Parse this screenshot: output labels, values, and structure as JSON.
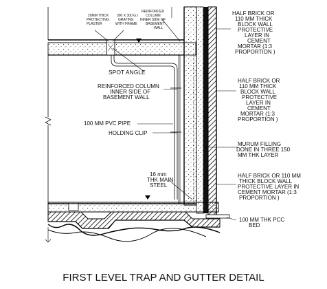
{
  "title": "FIRST LEVEL TRAP AND GUTTER DETAIL",
  "top_notes": {
    "plaster_note": [
      "20MM THICK",
      "PROTECTING",
      "PLASTER"
    ],
    "grating_note": [
      "300 X 300 G.I",
      "GRATING",
      "WITH FRAME"
    ],
    "column_note": [
      "REINFORCED",
      "COLUMN",
      "INNER SIDE OF",
      "BASEMENT",
      "WALL"
    ]
  },
  "left_notes": {
    "spot_angle": "SPOT ANGLE",
    "reinforced_column": [
      "REINFORCED COLUMN",
      "INNER SIDE OF",
      "BASEMENT WALL"
    ],
    "pvc_pipe": "100 MM PVC PIPE",
    "holding_clip": "HOLDING CLIP",
    "main_steel": [
      "16 mm",
      "THK MAIN",
      "STEEL"
    ]
  },
  "right_notes": {
    "note1": [
      "HALF BRICK OR",
      "110 MM THICK",
      "BLOCK WALL",
      "PROTECTIVE",
      "LAYER IN",
      "CEMENT",
      "MORTAR (1:3",
      "PROPORTION )"
    ],
    "note2": [
      "HALF BRICK OR",
      "110 MM THICK",
      "BLOCK WALL",
      "PROTECTIVE",
      "LAYER IN",
      "CEMENT",
      "MORTAR (1:3",
      "PROPORTION )"
    ],
    "note3": [
      "MURUM FILLING",
      "DONE IN THREE 150",
      "MM THK LAYER"
    ],
    "note4": [
      "HALF BRICK OR 110 MM",
      "THICK BLOCK WALL",
      "PROTECTIVE LAYER IN",
      "CEMENT MORTAR (1:3",
      "PROPORTION )"
    ],
    "note5": [
      "100 MM THK PCC",
      "BED"
    ]
  }
}
